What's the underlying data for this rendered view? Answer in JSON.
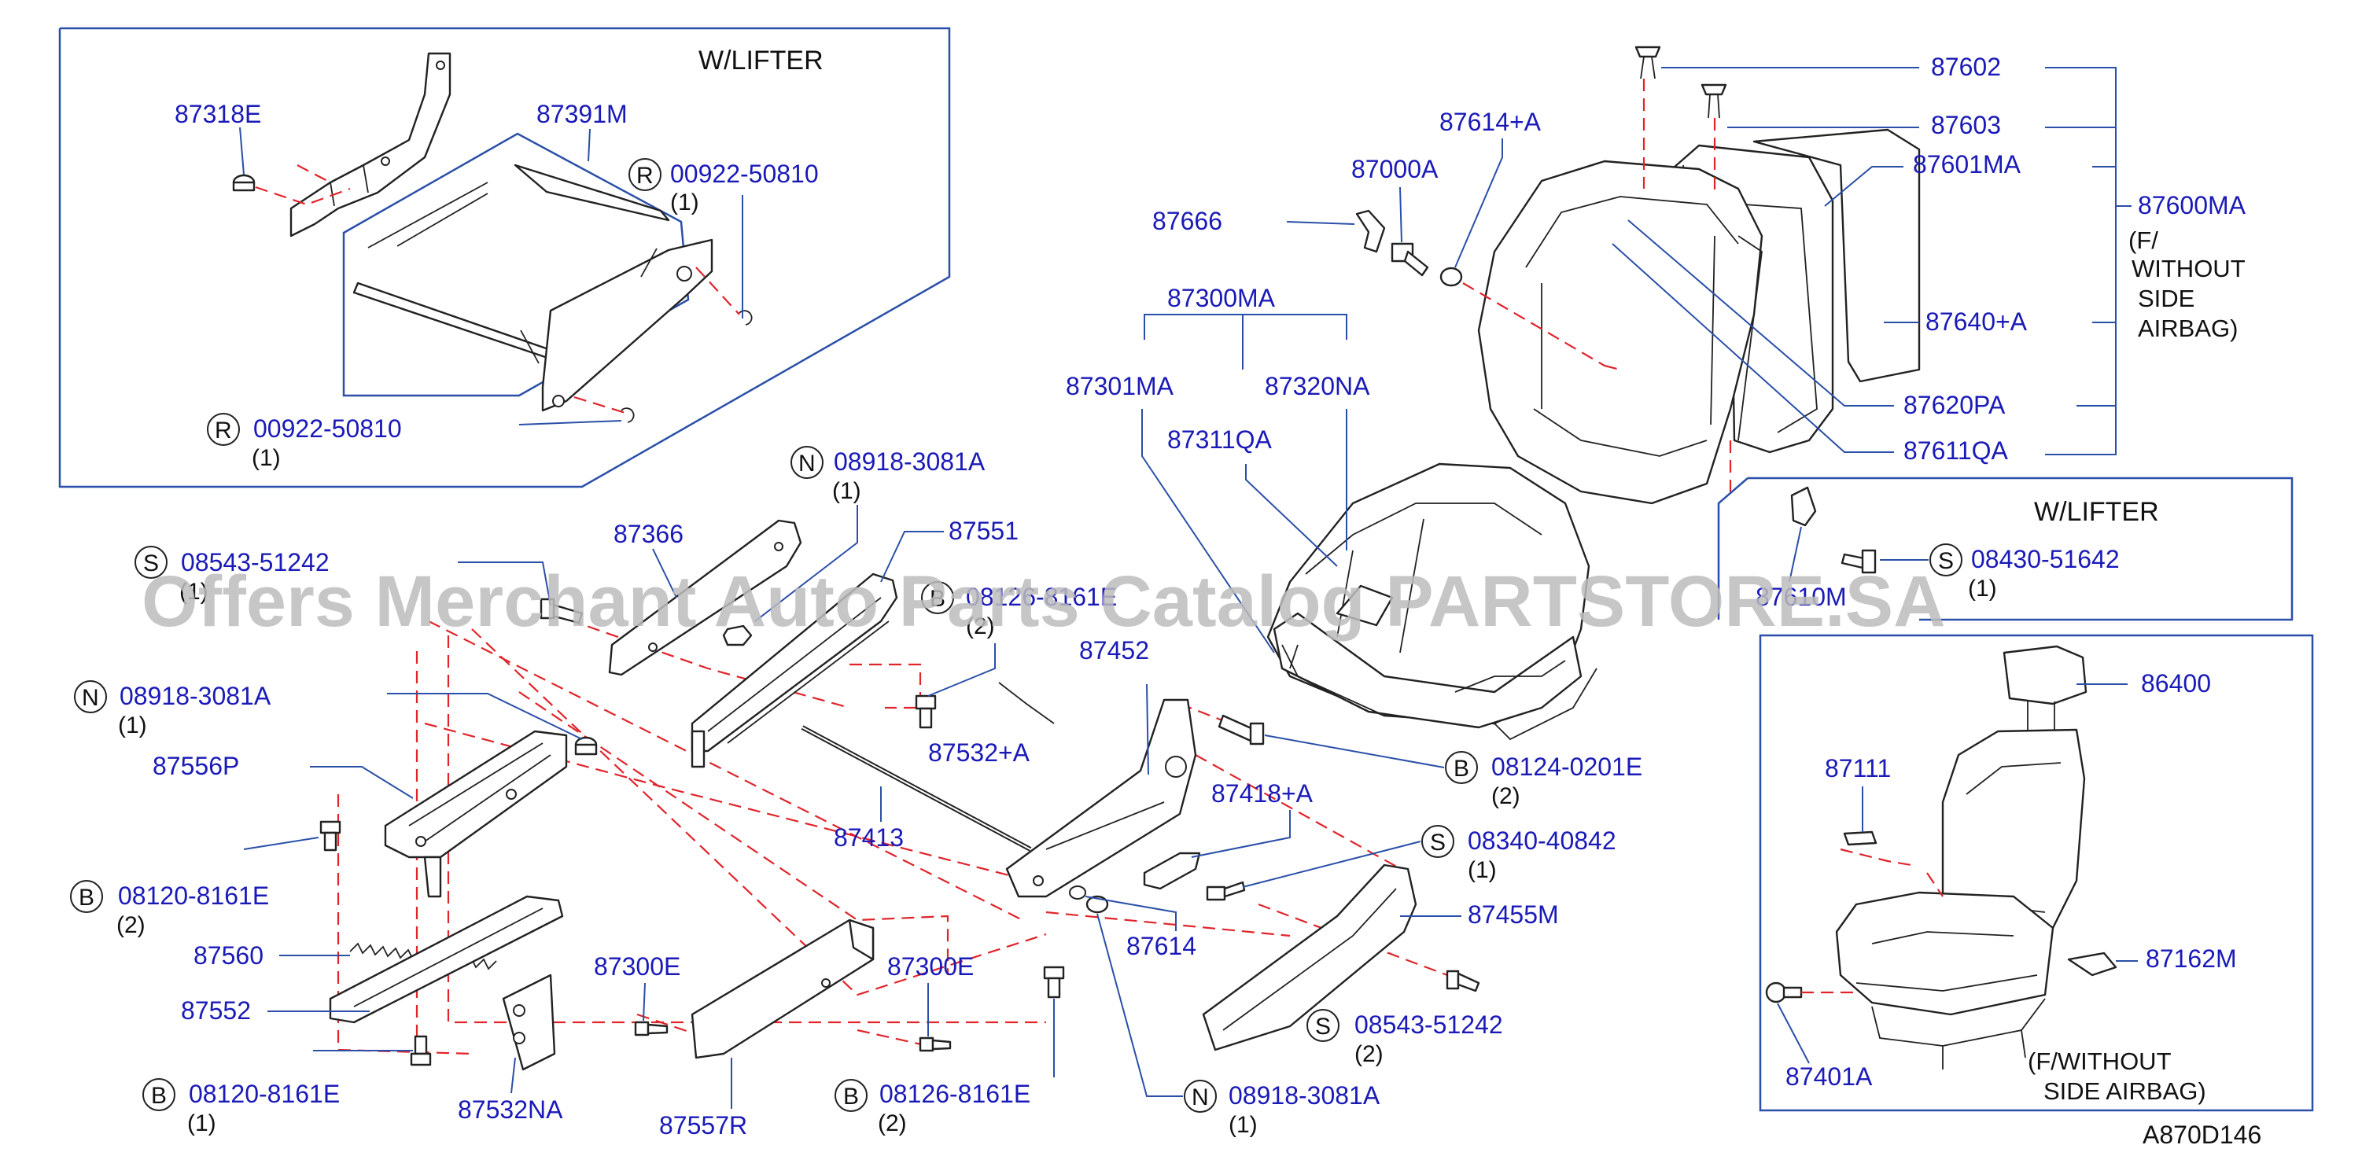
{
  "watermark": "Offers Merchant Auto Parts Catalog PARTSTORE.SA",
  "figure_ref": "A870D146",
  "headers": {
    "lifter_top_left": "W/LIFTER",
    "lifter_right": "W/LIFTER"
  },
  "notes": {
    "assembly_note_line1": "(F/",
    "assembly_note_line2": "WITHOUT",
    "assembly_note_line3": "SIDE",
    "assembly_note_line4": "AIRBAG)",
    "inset_note_line1": "(F/WITHOUT",
    "inset_note_line2": "SIDE   AIRBAG)"
  },
  "labels": {
    "p87318E": "87318E",
    "p87391M": "87391M",
    "r00922_top": "00922-50810",
    "r00922_top_qty": "(1)",
    "r00922_bot": "00922-50810",
    "r00922_bot_qty": "(1)",
    "n08918_a": "08918-3081A",
    "n08918_a_qty": "(1)",
    "p87366": "87366",
    "p87551": "87551",
    "s08543_a": "08543-51242",
    "s08543_a_qty": "(1)",
    "b08126_a": "08126-8161E",
    "b08126_a_qty": "(2)",
    "n08918_b": "08918-3081A",
    "n08918_b_qty": "(1)",
    "p87556P": "87556P",
    "b08120_a": "08120-8161E",
    "b08120_a_qty": "(2)",
    "p87560": "87560",
    "p87552": "87552",
    "b08120_b": "08120-8161E",
    "b08120_b_qty": "(1)",
    "p87532NA": "87532NA",
    "p87300E_a": "87300E",
    "p87300E_b": "87300E",
    "p87557R": "87557R",
    "b08126_b": "08126-8161E",
    "b08126_b_qty": "(2)",
    "p87413": "87413",
    "p87532A": "87532+A",
    "p87452": "87452",
    "b08124": "08124-0201E",
    "b08124_qty": "(2)",
    "p87418A": "87418+A",
    "s08340": "08340-40842",
    "s08340_qty": "(1)",
    "p87614_low": "87614",
    "p87455M": "87455M",
    "s08543_b": "08543-51242",
    "s08543_b_qty": "(2)",
    "n08918_c": "08918-3081A",
    "n08918_c_qty": "(1)",
    "p87666": "87666",
    "p87000A": "87000A",
    "p87614A": "87614+A",
    "p87300MA": "87300MA",
    "p87301MA": "87301MA",
    "p87320NA": "87320NA",
    "p87311QA": "87311QA",
    "p87602": "87602",
    "p87603": "87603",
    "p87601MA": "87601MA",
    "p87600MA": "87600MA",
    "p87640A": "87640+A",
    "p87620PA": "87620PA",
    "p87611QA": "87611QA",
    "s08430": "08430-51642",
    "s08430_qty": "(1)",
    "p87610M": "87610M",
    "p86400": "86400",
    "p87111": "87111",
    "p87162M": "87162M",
    "p87401A": "87401A"
  },
  "callout_letters": {
    "R": "R",
    "N": "N",
    "S": "S",
    "B": "B"
  },
  "colors": {
    "part_number": "#1a1ab8",
    "leader_line": "#2a4fa8",
    "dashed_guide": "#e0242a",
    "outline": "#222222",
    "watermark": "#bdbdbd"
  }
}
